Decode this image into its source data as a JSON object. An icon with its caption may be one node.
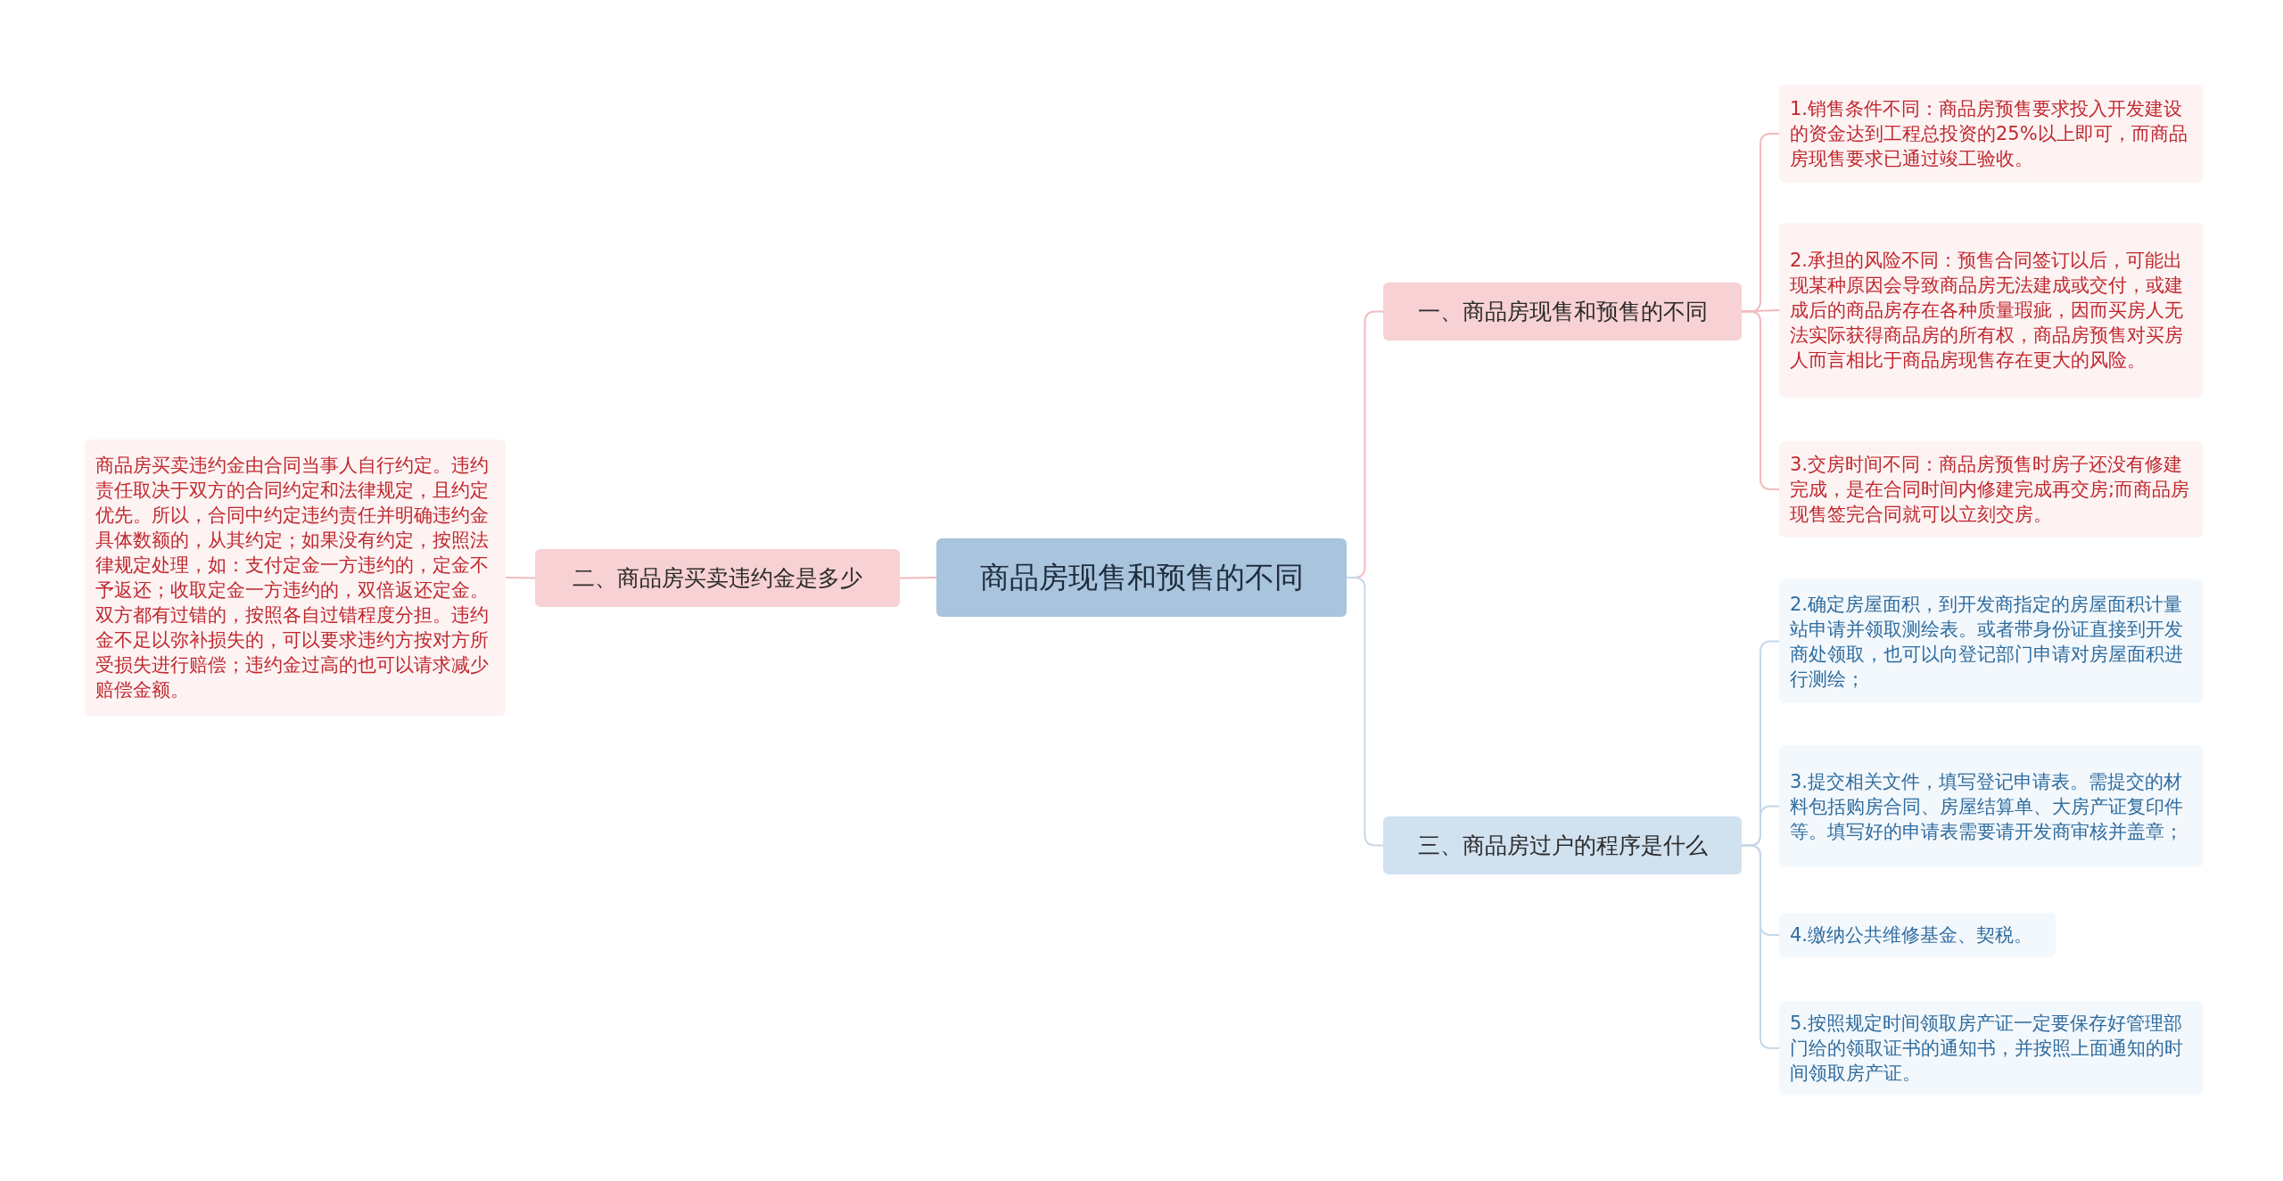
{
  "diagram": {
    "nodes": [
      {
        "text": [
          "商品房现售和预售的不同"
        ]
      },
      {
        "text": [
          "一、商品房现售和预售的不同"
        ]
      },
      {
        "text": [
          "1.销售条件不同：商品房预售要求投入开发建设的资金达到工程总投资的25%以上即可，而商品房现售要求已通过竣工验收。"
        ]
      },
      {
        "text": [
          "2.承担的风险不同：预售合同签订以后，可能出现某种原因会导致商品房无法建成或交付，或建成后的商品房存在各种质量瑕疵，因而买房人无法实际获得商品房的所有权，商品房预售对买房人而言相比于商品房现售存在更大的风险。"
        ]
      },
      {
        "text": [
          "3.交房时间不同：商品房预售时房子还没有修建完成，是在合同时间内修建完成再交房;而商品房现售签完合同就可以立刻交房。"
        ]
      },
      {
        "text": [
          "二、商品房买卖违约金是多少"
        ]
      },
      {
        "text": [
          "商品房买卖违约金由合同当事人自行约定。违约责任取决于双方的合同约定和法律规定，且约定优先。所以，合同中约定违约责任并明确违约金具体数额的，从其约定；如果没有约定，按照法律规定处理，如：支付定金一方违约的，定金不予返还；收取定金一方违约的，双倍返还定金。双方都有过错的，按照各自过错程度分担。违约金不足以弥补损失的，可以要求违约方按对方所受损失进行赔偿；违约金过高的也可以请求减少赔偿金额。"
        ]
      },
      {
        "text": [
          "三、商品房过户的程序是什么"
        ]
      },
      {
        "text": [
          "2.确定房屋面积，到开发商指定的房屋面积计量站申请并领取测绘表。或者带身份证直接到开发商处领取，也可以向登记部门申请对房屋面积进行测绘；"
        ]
      },
      {
        "text": [
          "3.提交相关文件，填写登记申请表。需提交的材料包括购房合同、房屋结算单、大房产证复印件等。填写好的申请表需要请开发商审核并盖章；"
        ]
      },
      {
        "text": [
          "4.缴纳公共维修基金、契税。"
        ]
      },
      {
        "text": [
          "5.按照规定时间领取房产证一定要保存好管理部门给的领取证书的通知书，并按照上面通知的时间领取房产证。"
        ]
      }
    ],
    "edges": [
      {
        "from": 0,
        "to": 1,
        "arrow": "none"
      },
      {
        "from": 1,
        "to": 2,
        "arrow": "none"
      },
      {
        "from": 1,
        "to": 3,
        "arrow": "none"
      },
      {
        "from": 1,
        "to": 4,
        "arrow": "none"
      },
      {
        "from": 0,
        "to": 5,
        "arrow": "none"
      },
      {
        "from": 5,
        "to": 6,
        "arrow": "none"
      },
      {
        "from": 0,
        "to": 7,
        "arrow": "none",
        "color": "#c5d8ea"
      },
      {
        "from": 7,
        "to": 8,
        "arrow": "none",
        "color": "#c5d8ea"
      },
      {
        "from": 7,
        "to": 9,
        "arrow": "none",
        "color": "#c5d8ea"
      },
      {
        "from": 7,
        "to": 10,
        "arrow": "none",
        "color": "#c5d8ea"
      },
      {
        "from": 7,
        "to": 11,
        "arrow": "none",
        "color": "#c5d8ea"
      }
    ]
  }
}
